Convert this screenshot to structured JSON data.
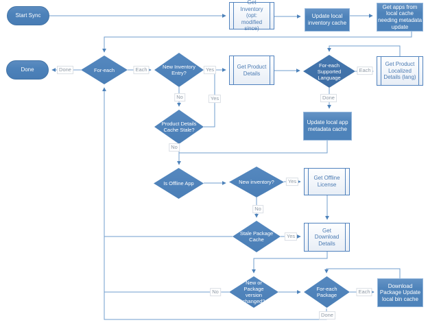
{
  "nodes": {
    "start_sync": {
      "label": "Start Sync"
    },
    "get_inventory": {
      "label": "Get Inventory (opt: modified since)"
    },
    "update_inventory_cache": {
      "label": "Update local inventory cache"
    },
    "get_apps": {
      "label": "Get apps from local cache needing metadata update"
    },
    "done": {
      "label": "Done"
    },
    "foreach_entry": {
      "label": "For-each"
    },
    "new_inventory_entry": {
      "label": "New Inventory Entry?"
    },
    "get_product_details": {
      "label": "Get Product Details"
    },
    "foreach_language": {
      "label": "For-each Supported Language"
    },
    "get_localized_details": {
      "label": "Get Product Localized Details (lang)"
    },
    "update_app_metadata": {
      "label": "Update local app metadata cache"
    },
    "details_cache_stale": {
      "label": "Product Details Cache Stale?"
    },
    "is_offline_app": {
      "label": "Is Offline App"
    },
    "new_inventory": {
      "label": "New inventory?"
    },
    "get_offline_license": {
      "label": "Get Offline License"
    },
    "stale_package_cache": {
      "label": "Stale Package Cache"
    },
    "get_download_details": {
      "label": "Get Download Details"
    },
    "package_changed": {
      "label": "New or Package version changed?"
    },
    "foreach_package": {
      "label": "For-each Package"
    },
    "download_package": {
      "label": "Download Package Update local bin cache"
    }
  },
  "edge_labels": {
    "foreach_done": "Done",
    "foreach_each": "Each",
    "new_entry_yes": "Yes",
    "new_entry_no": "No",
    "cache_stale_yes": "Yes",
    "cache_stale_no": "No",
    "language_each": "Each",
    "language_done": "Done",
    "new_inventory_yes": "Yes",
    "new_inventory_no": "No",
    "stale_package_yes": "Yes",
    "package_changed_no": "No",
    "foreach_package_each": "Each",
    "foreach_package_done": "Done"
  },
  "colors": {
    "shape_fill": "#4d82ba",
    "shape_fill_dark": "#3d6da4",
    "predef_text": "#4a7ab2",
    "connector": "#6f9ccd",
    "edge_label_text": "#8d98a4"
  }
}
